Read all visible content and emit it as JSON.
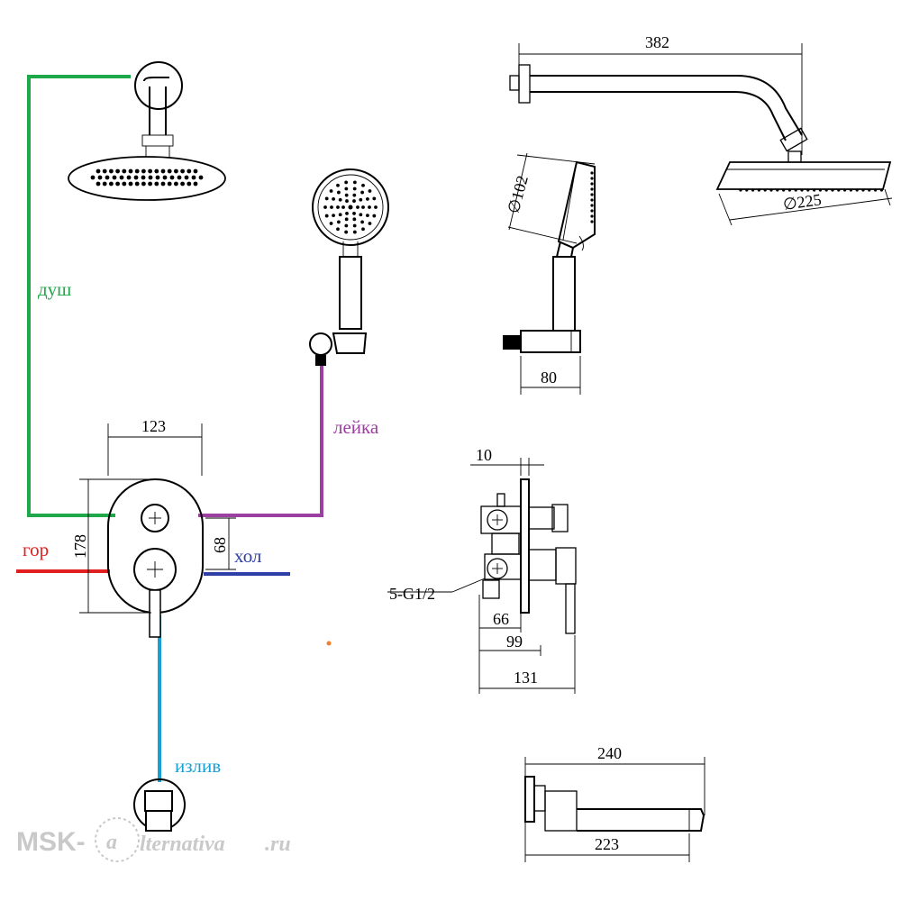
{
  "pipes": {
    "shower": {
      "label": "душ",
      "color": "#1fa84a"
    },
    "handset": {
      "label": "лейка",
      "color": "#9b3fa0"
    },
    "hot": {
      "label": "гор",
      "color": "#e02020"
    },
    "cold": {
      "label": "хол",
      "color": "#2e3fa8"
    },
    "spout": {
      "label": "излив",
      "color": "#1a9fd4"
    }
  },
  "dimensions": {
    "arm_length": "382",
    "head_diameter": "∅225",
    "handset_diameter": "∅102",
    "holder_width": "80",
    "plate_width": "123",
    "plate_height": "178",
    "handle_spacing": "68",
    "plate_thickness": "10",
    "thread": "5-G1/2",
    "depth_66": "66",
    "depth_99": "99",
    "depth_131": "131",
    "spout_240": "240",
    "spout_223": "223"
  },
  "watermark": {
    "prefix": "MSK-",
    "letter": "a",
    "suffix": "lternativa",
    "tld": ".ru"
  }
}
